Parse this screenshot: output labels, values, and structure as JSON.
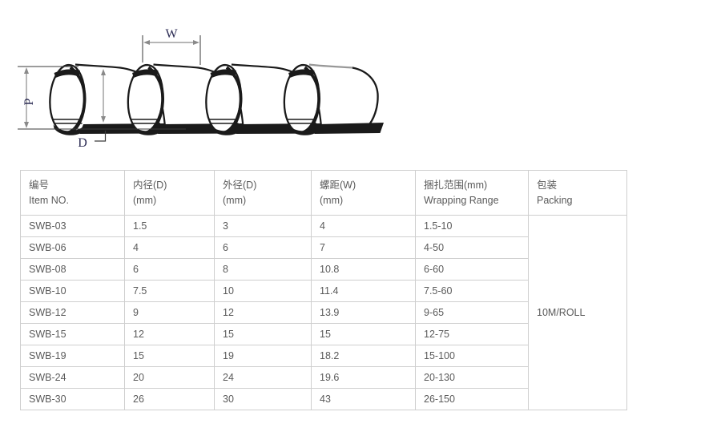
{
  "diagram": {
    "labels": {
      "w": "W",
      "p": "P",
      "d": "D"
    }
  },
  "table": {
    "header": [
      {
        "line1": "编号",
        "line2": "Item NO."
      },
      {
        "line1": "内径(D)",
        "line2": "(mm)"
      },
      {
        "line1": "外径(D)",
        "line2": "(mm)"
      },
      {
        "line1": "螺距(W)",
        "line2": "(mm)"
      },
      {
        "line1": "捆扎范围(mm)",
        "line2": "Wrapping Range"
      },
      {
        "line1": "包装",
        "line2": "Packing"
      }
    ],
    "rows": [
      {
        "item": "SWB-03",
        "inner_d": "1.5",
        "outer_d": "3",
        "pitch_w": "4",
        "range": "1.5-10"
      },
      {
        "item": "SWB-06",
        "inner_d": "4",
        "outer_d": "6",
        "pitch_w": "7",
        "range": "4-50"
      },
      {
        "item": "SWB-08",
        "inner_d": "6",
        "outer_d": "8",
        "pitch_w": "10.8",
        "range": "6-60"
      },
      {
        "item": "SWB-10",
        "inner_d": "7.5",
        "outer_d": "10",
        "pitch_w": "11.4",
        "range": "7.5-60"
      },
      {
        "item": "SWB-12",
        "inner_d": "9",
        "outer_d": "12",
        "pitch_w": "13.9",
        "range": "9-65"
      },
      {
        "item": "SWB-15",
        "inner_d": "12",
        "outer_d": "15",
        "pitch_w": "15",
        "range": "12-75"
      },
      {
        "item": "SWB-19",
        "inner_d": "15",
        "outer_d": "19",
        "pitch_w": "18.2",
        "range": "15-100"
      },
      {
        "item": "SWB-24",
        "inner_d": "20",
        "outer_d": "24",
        "pitch_w": "19.6",
        "range": "20-130"
      },
      {
        "item": "SWB-30",
        "inner_d": "26",
        "outer_d": "30",
        "pitch_w": "43",
        "range": "26-150"
      }
    ],
    "packing_value": "10M/ROLL"
  },
  "colors": {
    "line": "#1a1a1a",
    "dimension": "#8a8a8a",
    "label": "#2c2c54",
    "border": "#cfcfcf",
    "text": "#5a5a5a"
  }
}
